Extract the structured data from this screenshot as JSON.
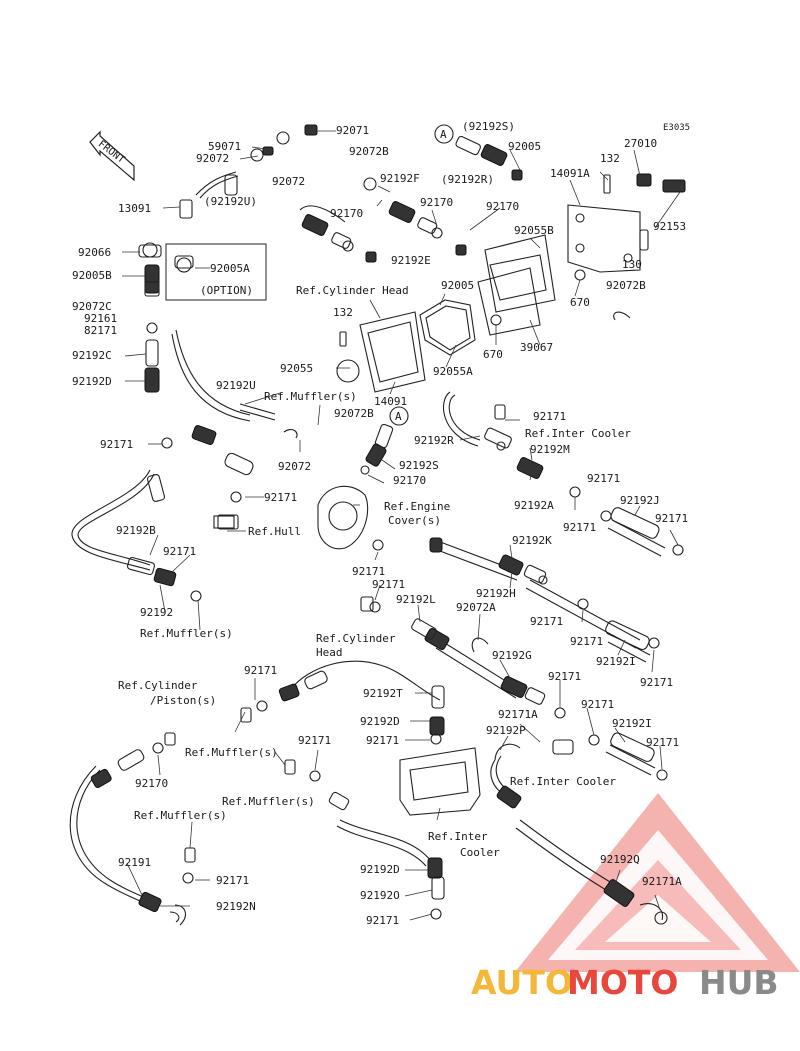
{
  "diagram": {
    "code": "E3035",
    "front_label": "FRONT",
    "callout_a": "A",
    "option_label": "(OPTION)",
    "labels": {
      "l92071": "92071",
      "l59071": "59071",
      "l92072_top": "92072",
      "l92072_mid": "92072",
      "l92072_low": "92072",
      "l13091": "13091",
      "l92192U_top": "(92192U)",
      "l92066": "92066",
      "l92005B": "92005B",
      "l92005A": "92005A",
      "l92072C": "92072C",
      "l92161": "92161",
      "l82171": "82171",
      "l92192C": "92192C",
      "l92192D_top": "92192D",
      "l92192U_mid": "92192U",
      "l92171_a": "92171",
      "l92171_b": "92171",
      "l92171_c": "92171",
      "l92171_d": "92171",
      "l92171_e": "92171",
      "l92171_f": "92171",
      "l92171_g": "92171",
      "l92171_h": "92171",
      "l92171_i": "92171",
      "l92171_j": "92171",
      "l92171_k": "92171",
      "l92171_l": "92171",
      "l92171_m": "92171",
      "l92171_n": "92171",
      "l92171_o": "92171",
      "l92171_p": "92171",
      "l92171_q": "92171",
      "l92171_r": "92171",
      "l92192B": "92192B",
      "l92192": "92192",
      "l92072B_a": "92072B",
      "l92072B_b": "92072B",
      "l92072B_c": "92072B",
      "l92192F": "92192F",
      "l92170_a": "92170",
      "l92170_b": "92170",
      "l92170_c": "92170",
      "l92170_d": "92170",
      "l92170_e": "92170",
      "l92192E": "92192E",
      "l92192S_a": "(92192S)",
      "l92192R_a": "(92192R)",
      "l92192S_b": "92192S",
      "l92192R_b": "92192R",
      "l92005_a": "92005",
      "l92005_b": "92005",
      "l92055B": "92055B",
      "l14091A": "14091A",
      "l132_a": "132",
      "l132_b": "132",
      "l27010": "27010",
      "l92153": "92153",
      "l130": "130",
      "l670_a": "670",
      "l670_b": "670",
      "l39067": "39067",
      "l92055": "92055",
      "l92055A": "92055A",
      "l14091": "14091",
      "l92192M": "92192M",
      "l92192A": "92192A",
      "l92192J": "92192J",
      "l92192K": "92192K",
      "l92192H": "92192H",
      "l92192L": "92192L",
      "l92072A": "92072A",
      "l92192G": "92192G",
      "l92192I_a": "92192I",
      "l92192I_b": "92192I",
      "l92171A_a": "92171A",
      "l92171A_b": "92171A",
      "l92192P": "92192P",
      "l92192T": "92192T",
      "l92192D_mid": "92192D",
      "l92192D_low": "92192D",
      "l92192O": "92192O",
      "l92192Q": "92192Q",
      "l92191": "92191",
      "l92192N": "92192N"
    },
    "refs": {
      "cyl_head_top": "Ref.Cylinder Head",
      "muffler_top": "Ref.Muffler(s)",
      "inter_cooler_top": "Ref.Inter Cooler",
      "engine_cover_1": "Ref.Engine",
      "engine_cover_2": "Cover(s)",
      "hull": "Ref.Hull",
      "muffler_left": "Ref.Muffler(s)",
      "cyl_head_mid_1": "Ref.Cylinder",
      "cyl_head_mid_2": "Head",
      "cyl_piston_1": "Ref.Cylinder",
      "cyl_piston_2": "/Piston(s)",
      "muffler_mid_a": "Ref.Muffler(s)",
      "muffler_mid_b": "Ref.Muffler(s)",
      "muffler_low": "Ref.Muffler(s)",
      "inter_cooler_mid": "Ref.Inter Cooler",
      "inter_cooler_low_1": "Ref.Inter",
      "inter_cooler_low_2": "Cooler"
    }
  },
  "watermark": {
    "part1": "AUTO",
    "part2": "MOTO",
    "part3": "HUB",
    "color1": "#f5b73a",
    "color2": "#e8473d",
    "color3": "#8a8a8a"
  }
}
